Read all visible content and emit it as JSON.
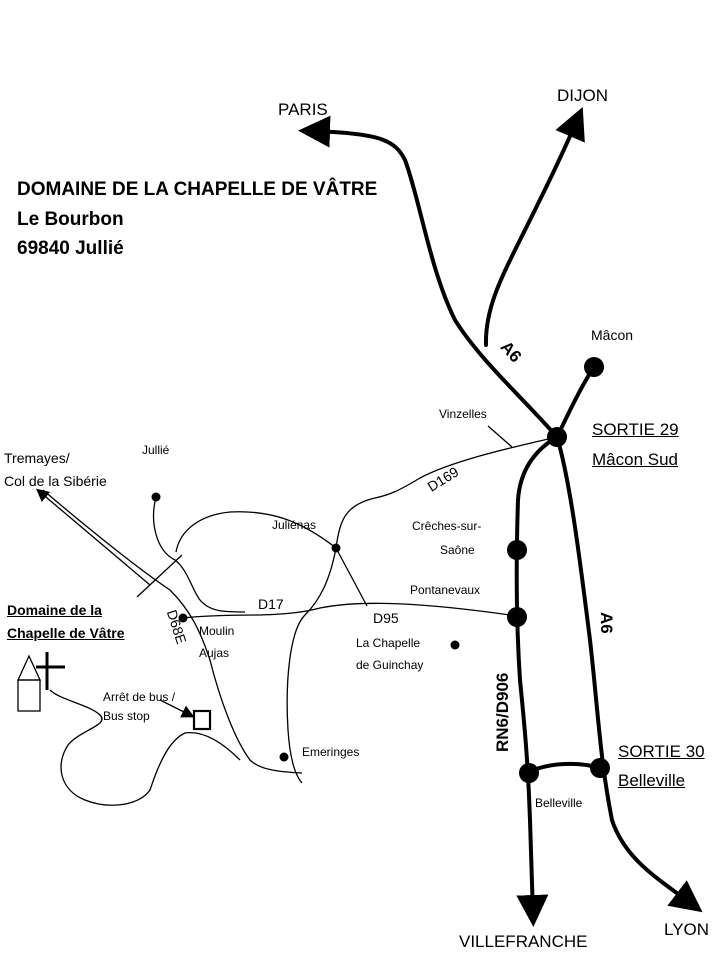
{
  "header": {
    "line1": "DOMAINE DE LA CHAPELLE DE VÂTRE",
    "line2": "Le Bourbon",
    "line3": "69840 Jullié"
  },
  "destinations": {
    "paris": "PARIS",
    "dijon": "DIJON",
    "villefranche": "VILLEFRANCHE",
    "lyon": "LYON",
    "tremayes_1": "Tremayes/",
    "tremayes_2": "Col de la Sibérie"
  },
  "exits": {
    "sortie29_1": "SORTIE 29",
    "sortie29_2": "Mâcon Sud",
    "sortie30_1": "SORTIE 30",
    "sortie30_2": "Belleville"
  },
  "roads": {
    "a6_north": "A6",
    "a6_east": "A6",
    "rn6": "RN6/D906",
    "d169": "D169",
    "d17": "D17",
    "d95": "D95",
    "d68e": "D68E"
  },
  "places": {
    "macon": "Mâcon",
    "vinzelles": "Vinzelles",
    "creches_1": "Crêches-sur-",
    "creches_2": "Saône",
    "pontanevaux": "Pontanevaux",
    "chapelle_1": "La Chapelle",
    "chapelle_2": "de Guinchay",
    "julienas": "Juliénas",
    "jullie": "Jullié",
    "moulin_1": "Moulin",
    "moulin_2": "Aujas",
    "emeringes": "Emeringes",
    "belleville": "Belleville"
  },
  "domaine": {
    "line1": "Domaine de la",
    "line2": "Chapelle de Vâtre"
  },
  "bus": {
    "line1": "Arrêt de bus /",
    "line2": "Bus stop"
  }
}
